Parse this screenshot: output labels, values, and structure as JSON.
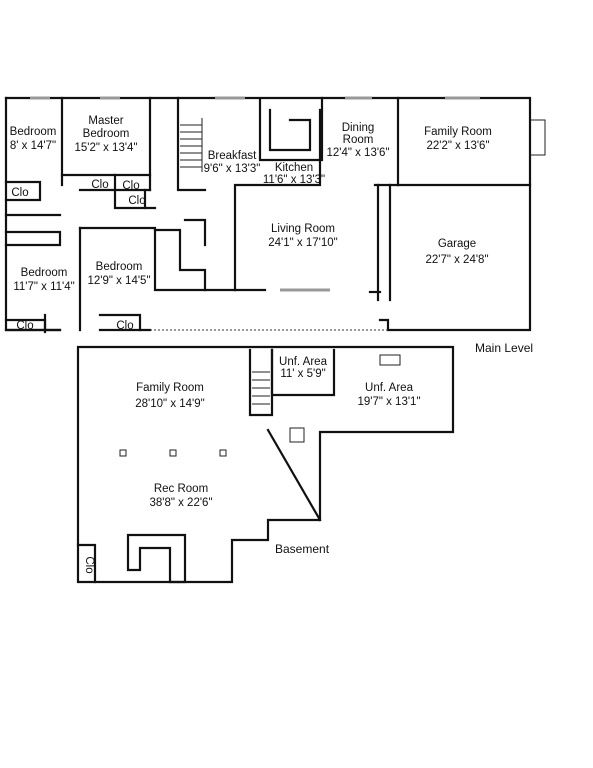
{
  "levels": {
    "main": "Main Level",
    "basement": "Basement"
  },
  "rooms": {
    "bedroom1": {
      "name": "Bedroom",
      "dims": "8' x 14'7\""
    },
    "master": {
      "name": "Master",
      "name2": "Bedroom",
      "dims": "15'2\" x 13'4\""
    },
    "breakfast": {
      "name": "Breakfast",
      "dims": "9'6\" x 13'3\""
    },
    "kitchen": {
      "name": "Kitchen",
      "dims": "11'6\" x 13'3\""
    },
    "dining": {
      "name": "Dining",
      "name2": "Room",
      "dims": "12'4\" x 13'6\""
    },
    "family_main": {
      "name": "Family Room",
      "dims": "22'2\" x 13'6\""
    },
    "living": {
      "name": "Living Room",
      "dims": "24'1\" x 17'10\""
    },
    "garage": {
      "name": "Garage",
      "dims": "22'7\" x 24'8\""
    },
    "bedroom2": {
      "name": "Bedroom",
      "dims": "11'7\" x 11'4\""
    },
    "bedroom3": {
      "name": "Bedroom",
      "dims": "12'9\" x 14'5\""
    },
    "family_bsmt": {
      "name": "Family Room",
      "dims": "28'10\" x 14'9\""
    },
    "unf_small": {
      "name": "Unf. Area",
      "dims": "11' x 5'9\""
    },
    "unf_large": {
      "name": "Unf. Area",
      "dims": "19'7\" x 13'1\""
    },
    "rec": {
      "name": "Rec Room",
      "dims": "38'8\" x 22'6\""
    }
  },
  "closets": {
    "label": "Clo"
  }
}
